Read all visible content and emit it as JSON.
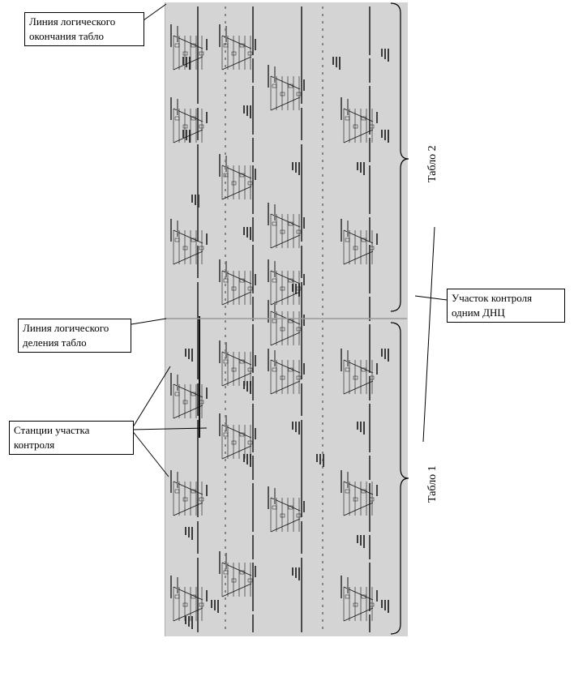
{
  "callouts": {
    "end_line": [
      "Линия логического",
      "окончания табло"
    ],
    "division_line": [
      "Линия логического",
      "деления табло"
    ],
    "stations": [
      "Станции участка",
      "контроля"
    ],
    "control_section": [
      "Участок контроля",
      "одним ДНЦ"
    ]
  },
  "tablo_labels": {
    "tablo2": "Табло 2",
    "tablo1": "Табло 1"
  },
  "colors": {
    "panel_bg": "#d4d4d4",
    "track_line": "#111111",
    "division_line": "#9a9a9a",
    "caption_red": "#6a6a6a"
  }
}
